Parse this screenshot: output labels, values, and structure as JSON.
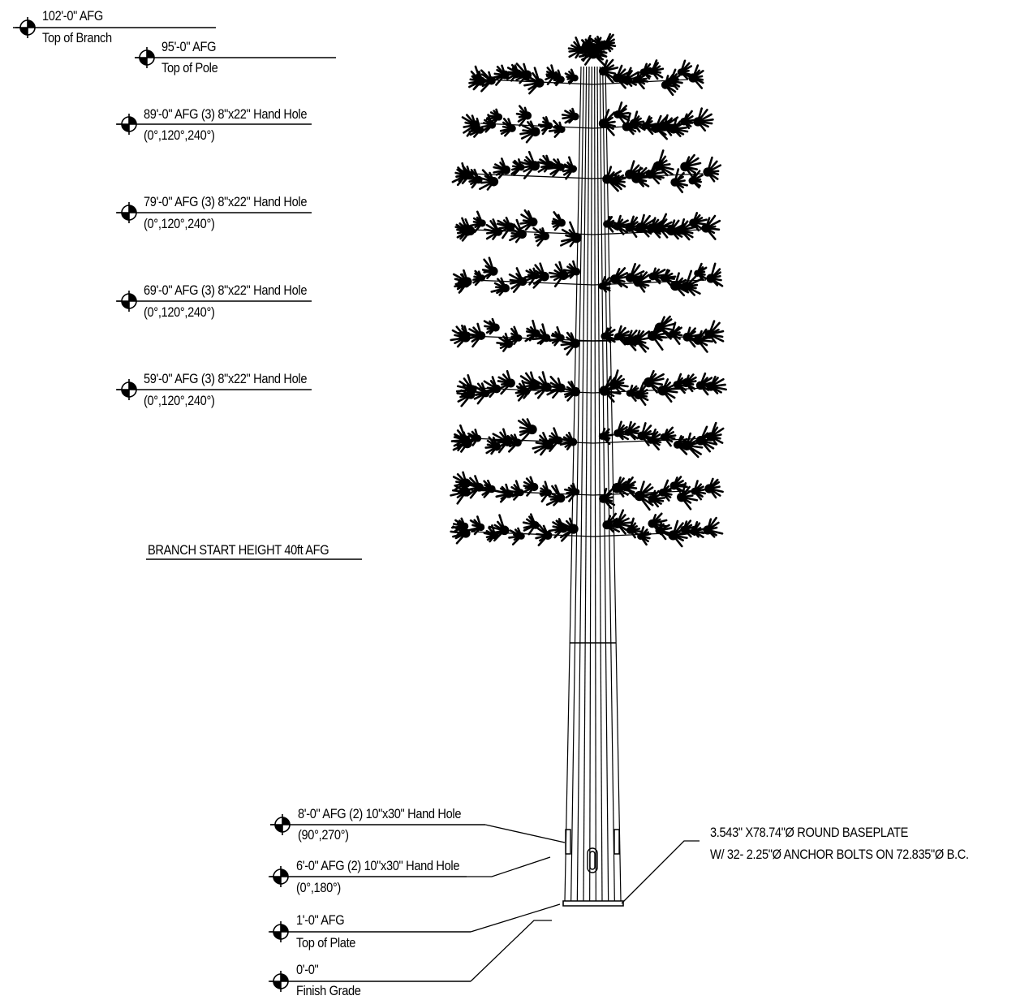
{
  "elevations": {
    "top_of_branch": {
      "height": "102'-0\" AFG",
      "desc": "Top of Branch"
    },
    "top_of_pole": {
      "height": "95'-0\" AFG",
      "desc": "Top of Pole"
    },
    "hh_89": {
      "height": "89'-0\" AFG (3) 8\"x22\" Hand Hole",
      "desc": "(0°,120°,240°)"
    },
    "hh_79": {
      "height": "79'-0\" AFG (3) 8\"x22\" Hand Hole",
      "desc": "(0°,120°,240°)"
    },
    "hh_69": {
      "height": "69'-0\" AFG (3) 8\"x22\" Hand Hole",
      "desc": "(0°,120°,240°)"
    },
    "hh_59": {
      "height": "59'-0\" AFG (3) 8\"x22\" Hand Hole",
      "desc": "(0°,120°,240°)"
    },
    "hh_8": {
      "height": "8'-0\" AFG (2) 10\"x30\" Hand Hole",
      "desc": "(90°,270°)"
    },
    "hh_6": {
      "height": "6'-0\" AFG (2) 10\"x30\" Hand Hole",
      "desc": "(0°,180°)"
    },
    "top_of_plate": {
      "height": "1'-0\" AFG",
      "desc": "Top of Plate"
    },
    "finish_grade": {
      "height": "0'-0\"",
      "desc": "Finish Grade"
    }
  },
  "branch_start": "BRANCH START HEIGHT 40ft AFG",
  "baseplate": {
    "line1": "3.543\" X78.74\"Ø ROUND BASEPLATE",
    "line2": "W/ 32- 2.25\"Ø ANCHOR BOLTS ON  72.835\"Ø B.C."
  }
}
